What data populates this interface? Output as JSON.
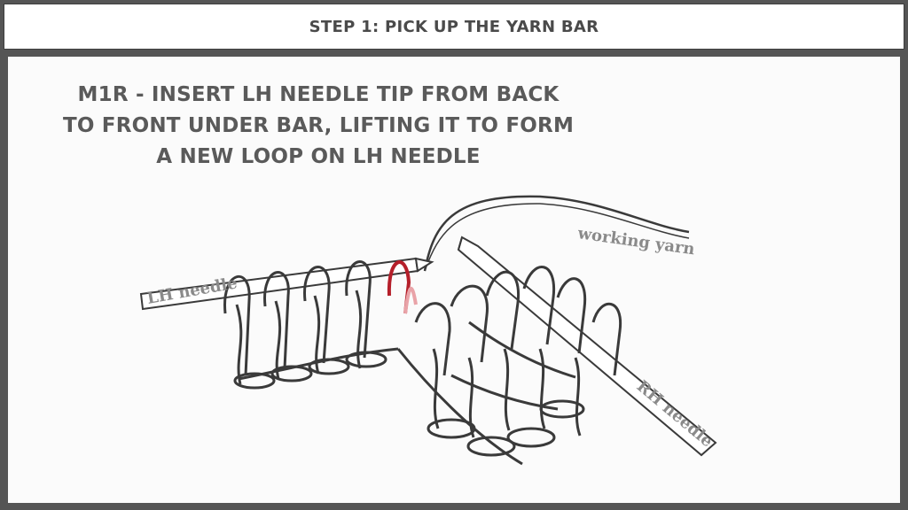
{
  "header": {
    "title": "STEP 1: PICK UP THE YARN BAR"
  },
  "instruction": {
    "lines": [
      "M1R - INSERT LH NEEDLE TIP FROM BACK",
      "TO FRONT UNDER BAR, LIFTING IT TO FORM",
      "A NEW LOOP ON LH NEEDLE"
    ]
  },
  "labels": {
    "lh_needle": "LH needle",
    "rh_needle": "RH needle",
    "working_yarn": "working yarn"
  },
  "colors": {
    "frame": "#555555",
    "text": "#5a5a5a",
    "highlight": "#b51f2a",
    "line": "#3a3a3a"
  }
}
